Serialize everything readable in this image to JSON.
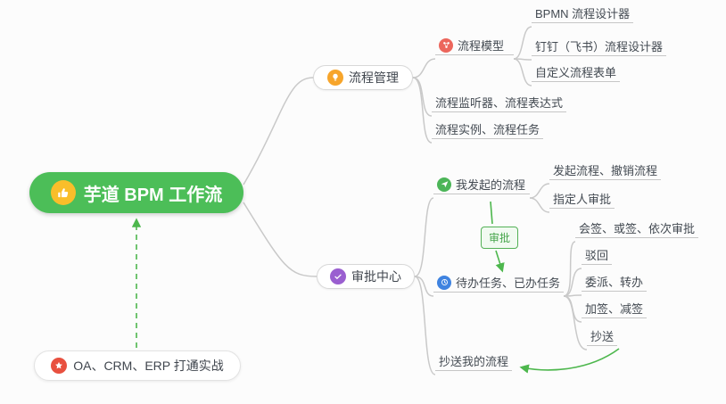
{
  "mindmap": {
    "root": "芋道 BPM 工作流",
    "process": {
      "label": "流程管理",
      "model": "流程模型",
      "model_children": [
        "BPMN 流程设计器",
        "钉钉（飞书）流程设计器",
        "自定义流程表单"
      ],
      "listener": "流程监听器、流程表达式",
      "instance": "流程实例、流程任务"
    },
    "approval": {
      "label": "审批中心",
      "my_flows": "我发起的流程",
      "my_flows_children": [
        "发起流程、撤销流程",
        "指定人审批"
      ],
      "tag": "审批",
      "todo": "待办任务、已办任务",
      "todo_children": [
        "会签、或签、依次审批",
        "驳回",
        "委派、转办",
        "加签、减签",
        "抄送"
      ],
      "cc_my": "抄送我的流程"
    },
    "practice": "OA、CRM、ERP 打通实战"
  },
  "colors": {
    "root_bg": "#4cbe58",
    "root_icon_bg": "#f9be2a",
    "connector_line": "#c9c9c9",
    "relation_arrow": "#4db74d",
    "icon_process": "#f7a52b",
    "icon_model": "#ec665c",
    "icon_approval": "#9a5fd0",
    "icon_my_flows": "#4cb558",
    "icon_todo": "#3f83e0",
    "icon_practice": "#e8503f",
    "tag_border": "#53b156"
  }
}
